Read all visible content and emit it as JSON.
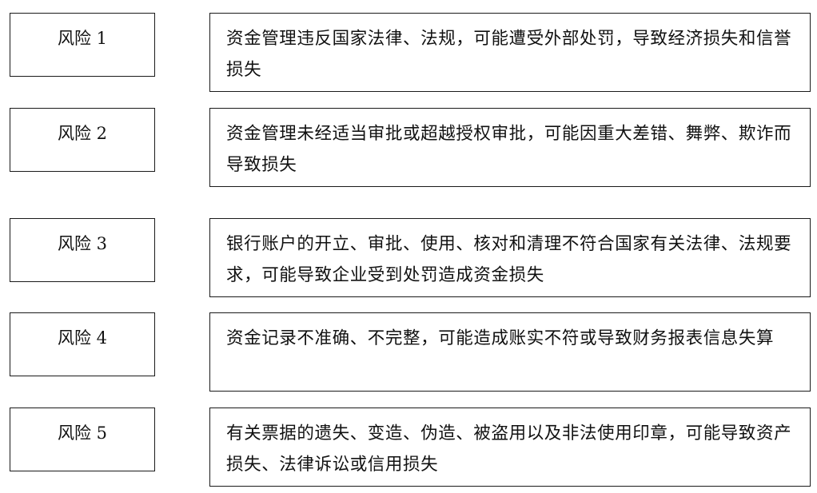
{
  "risks": [
    {
      "label": "风险 1",
      "description": "资金管理违反国家法律、法规，可能遭受外部处罚，导致经济损失和信誉损失"
    },
    {
      "label": "风险 2",
      "description": "资金管理未经适当审批或超越授权审批，可能因重大差错、舞弊、欺诈而导致损失"
    },
    {
      "label": "风险 3",
      "description": "银行账户的开立、审批、使用、核对和清理不符合国家有关法律、法规要求，可能导致企业受到处罚造成资金损失"
    },
    {
      "label": "风险 4",
      "description": "资金记录不准确、不完整，可能造成账实不符或导致财务报表信息失算"
    },
    {
      "label": "风险 5",
      "description": "有关票据的遗失、变造、伪造、被盗用以及非法使用印章，可能导致资产损失、法律诉讼或信用损失"
    }
  ]
}
